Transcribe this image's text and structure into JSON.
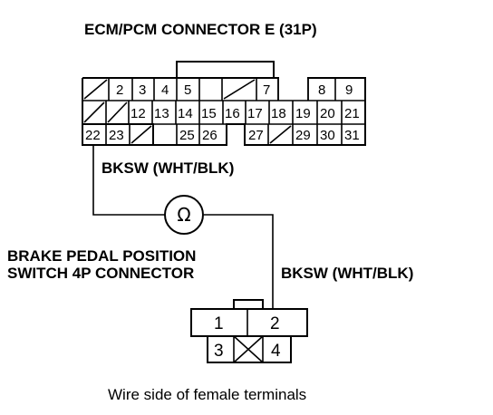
{
  "ecm": {
    "title": "ECM/PCM CONNECTOR E (31P)",
    "pins": {
      "p2": "2",
      "p3": "3",
      "p4": "4",
      "p5": "5",
      "p7": "7",
      "p8": "8",
      "p9": "9",
      "p12": "12",
      "p13": "13",
      "p14": "14",
      "p15": "15",
      "p16": "16",
      "p17": "17",
      "p18": "18",
      "p19": "19",
      "p20": "20",
      "p21": "21",
      "p22": "22",
      "p23": "23",
      "p25": "25",
      "p26": "26",
      "p27": "27",
      "p29": "29",
      "p30": "30",
      "p31": "31"
    }
  },
  "wire_upper_label": "BKSW (WHT/BLK)",
  "wire_lower_label": "BKSW (WHT/BLK)",
  "ohmmeter_symbol": "Ω",
  "switch": {
    "title_line1": "BRAKE PEDAL POSITION",
    "title_line2": "SWITCH 4P CONNECTOR",
    "pins": {
      "p1": "1",
      "p2": "2",
      "p3": "3",
      "p4": "4"
    }
  },
  "caption": "Wire side of female terminals"
}
